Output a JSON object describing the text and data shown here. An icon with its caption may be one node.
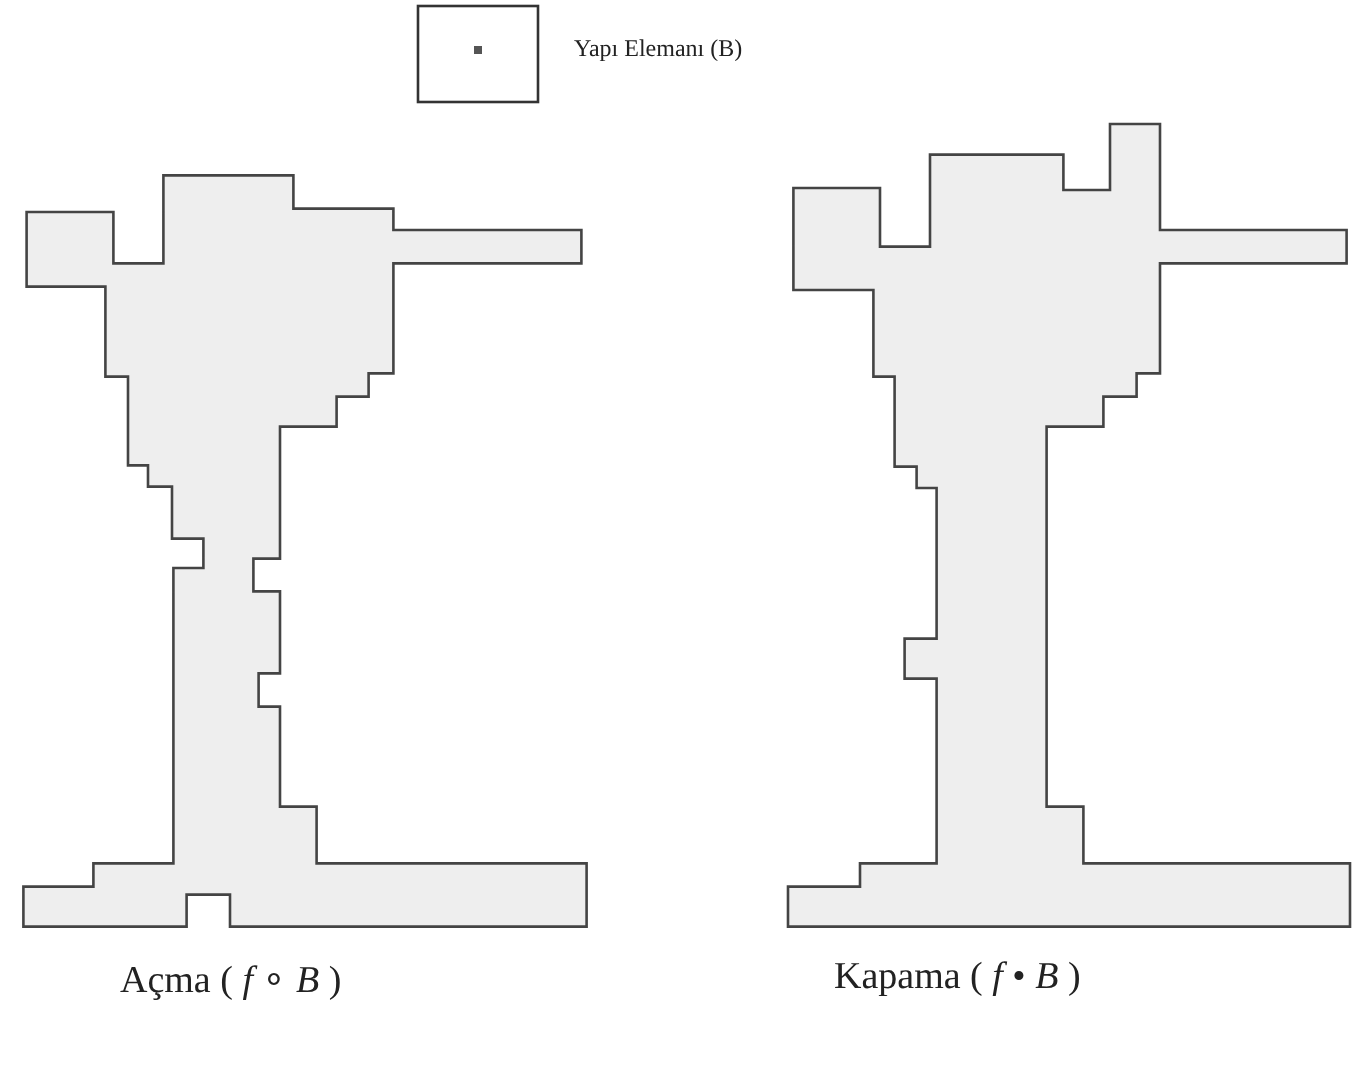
{
  "diagram": {
    "labels": [
      "Yapı Elemanı (B)",
      "Açma ( *f* ∘ *B* )",
      "Kapama ( *f* • *B* )"
    ]
  }
}
